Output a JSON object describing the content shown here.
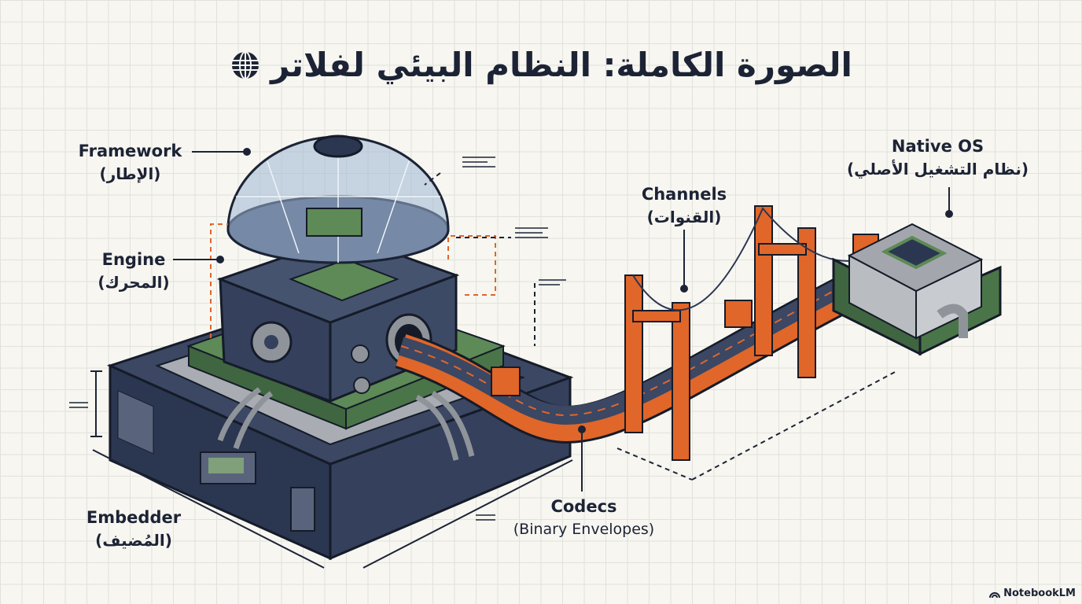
{
  "title": "الصورة الكاملة: النظام البيئي لفلاتر",
  "title_icon": "globe-icon",
  "labels": {
    "framework": {
      "en": "Framework",
      "ar": "(الإطار)"
    },
    "engine": {
      "en": "Engine",
      "ar": "(المحرك)"
    },
    "embedder": {
      "en": "Embedder",
      "ar": "(المُضيف)"
    },
    "codecs": {
      "en": "Codecs",
      "sub": "(Binary Envelopes)"
    },
    "channels": {
      "en": "Channels",
      "ar": "(القنوات)"
    },
    "native_os": {
      "en": "Native OS",
      "ar": "(نظام التشغيل الأصلي)"
    }
  },
  "brand": "NotebookLM",
  "colors": {
    "navy": "#2e3a52",
    "green": "#4f7a4a",
    "orange": "#e0662a",
    "gray": "#b9bcc0",
    "text": "#1c2335"
  }
}
